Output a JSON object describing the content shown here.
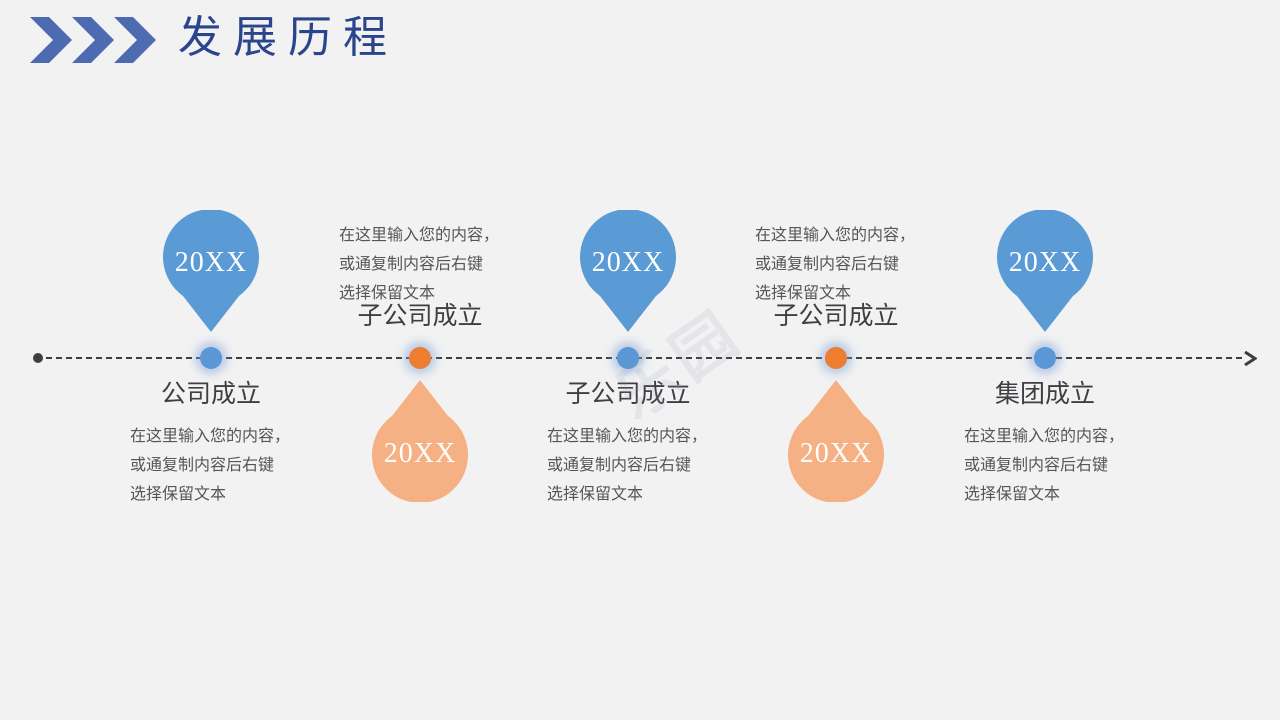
{
  "header": {
    "title": "发展历程"
  },
  "colors": {
    "background": "#F2F2F3",
    "title_text": "#2B458D",
    "chevron": "#4D6BB1",
    "blue_shape": "#5B9BD5",
    "blue_dot": "#5B97D5",
    "orange_shape": "#F5B183",
    "orange_dot": "#ED7D31",
    "axis_line": "#3E3E3E",
    "heading_text": "#3F3F43",
    "body_text": "#56565A"
  },
  "watermark": {
    "text": "乐园"
  },
  "timeline": {
    "milestones": [
      {
        "year": "20XX",
        "label": "公司成立",
        "side": "above",
        "theme": "blue",
        "desc_lines": [
          "在这里输入您的内容，",
          "或通复制内容后右键",
          "选择保留文本"
        ]
      },
      {
        "year": "20XX",
        "label": "子公司成立",
        "side": "below",
        "theme": "orange",
        "desc_lines": [
          "在这里输入您的内容，",
          "或通复制内容后右键",
          "选择保留文本"
        ]
      },
      {
        "year": "20XX",
        "label": "子公司成立",
        "side": "above",
        "theme": "blue",
        "desc_lines": [
          "在这里输入您的内容，",
          "或通复制内容后右键",
          "选择保留文本"
        ]
      },
      {
        "year": "20XX",
        "label": "子公司成立",
        "side": "below",
        "theme": "orange",
        "desc_lines": [
          "在这里输入您的内容，",
          "或通复制内容后右键",
          "选择保留文本"
        ]
      },
      {
        "year": "20XX",
        "label": "集团成立",
        "side": "above",
        "theme": "blue",
        "desc_lines": [
          "在这里输入您的内容，",
          "或通复制内容后右键",
          "选择保留文本"
        ]
      }
    ]
  }
}
